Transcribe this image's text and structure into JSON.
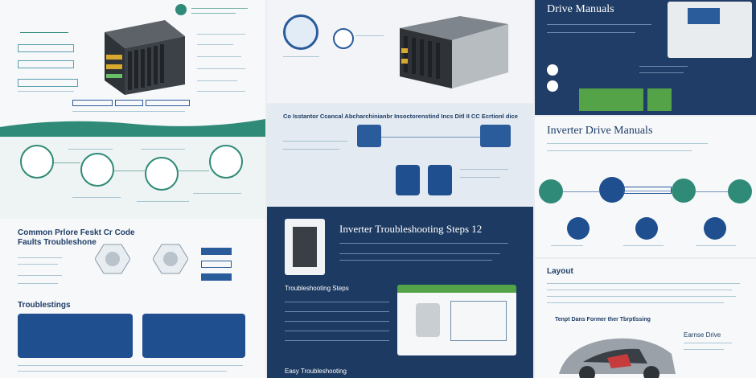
{
  "panels": {
    "drive_manuals": {
      "title": "Drive Manuals"
    },
    "inverter_drive_manuals": {
      "title": "Inverter Drive Manuals"
    },
    "layout": {
      "title": "Layout"
    },
    "troubleshooting_steps": {
      "title": "Inverter Troubleshooting Steps 12"
    },
    "troubleshooting_steps_sub": {
      "title": "Troubleshooting Steps"
    },
    "easy_troubleshooting": {
      "title": "Easy Troubleshooting"
    },
    "common_faults": {
      "line1": "Common Prlore Feskt Cr Code",
      "line2": "Faults Troubleshone"
    },
    "troublestings": {
      "title": "Troublestings"
    },
    "common_current": {
      "title": "Co Isstantor Ccancal Abcharchinianbr Insoctorenstind Incs Ditl II CC Ecrtionl dice"
    },
    "drive_car": {
      "title": "Tenpt Dans Former ther Tbrptlssing",
      "label1": "Earnse Drive"
    }
  },
  "colors": {
    "teal": "#2f8a77",
    "navy": "#1f3d66",
    "blue": "#2a5b9a",
    "green": "#54a348",
    "light": "#f4f6f8"
  }
}
